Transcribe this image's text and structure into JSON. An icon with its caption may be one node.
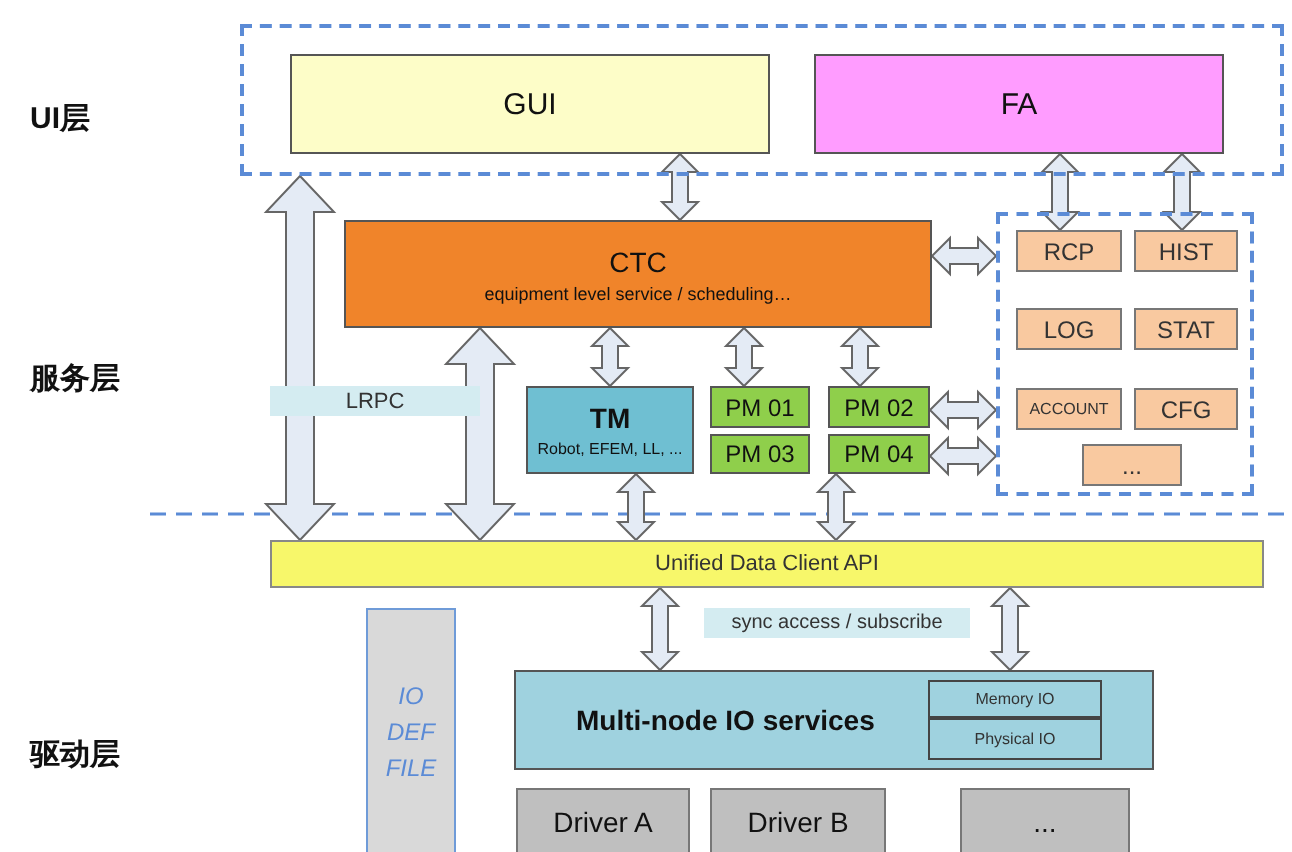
{
  "diagram": {
    "nodes": [
      {
        "text": [],
        "shape": "box"
      },
      {
        "text": [
          "GUI"
        ],
        "in": 0
      },
      {
        "text": [
          "FA"
        ],
        "in": 0
      },
      {
        "text": [
          "CTC",
          "equipment level service / scheduling…"
        ]
      },
      {
        "text": [],
        "shape": "box"
      },
      {
        "text": [
          "RCP"
        ],
        "in": 4
      },
      {
        "text": [
          "HIST"
        ],
        "in": 4
      },
      {
        "text": [
          "LOG"
        ],
        "in": 4
      },
      {
        "text": [
          "STAT"
        ],
        "in": 4
      },
      {
        "text": [
          "ACCOUNT"
        ],
        "in": 4
      },
      {
        "text": [
          "CFG"
        ],
        "in": 4
      },
      {
        "text": [
          "..."
        ],
        "in": 4
      },
      {
        "text": [
          "TM",
          "Robot, EFEM, LL, ..."
        ]
      },
      {
        "text": [
          "PM 01"
        ]
      },
      {
        "text": [
          "PM 02"
        ]
      },
      {
        "text": [
          "PM 03"
        ]
      },
      {
        "text": [
          "PM 04"
        ]
      },
      {
        "text": [
          "Unified Data Client API"
        ]
      },
      {
        "text": [
          "IO DEF FILE"
        ]
      },
      {
        "text": [
          "Multi-node IO services"
        ]
      },
      {
        "text": [
          "Memory IO"
        ],
        "in": 19
      },
      {
        "text": [
          "Physical IO"
        ],
        "in": 19
      },
      {
        "text": [
          "Driver A"
        ]
      },
      {
        "text": [
          "Driver B"
        ]
      },
      {
        "text": [
          "..."
        ]
      }
    ],
    "edges": [
      {
        "from": 0,
        "to": 17,
        "arrow": "both",
        "label": "LRPC"
      },
      {
        "from": 3,
        "to": 17,
        "arrow": "both"
      },
      {
        "from": 1,
        "to": 3,
        "arrow": "both"
      },
      {
        "from": 2,
        "to": 5,
        "arrow": "both"
      },
      {
        "from": 2,
        "to": 6,
        "arrow": "both"
      },
      {
        "from": 3,
        "to": 4,
        "arrow": "both"
      },
      {
        "from": 3,
        "to": 12,
        "arrow": "both"
      },
      {
        "from": 3,
        "to": 13,
        "arrow": "both"
      },
      {
        "from": 3,
        "to": 14,
        "arrow": "both"
      },
      {
        "from": 14,
        "to": 4,
        "arrow": "both"
      },
      {
        "from": 16,
        "to": 4,
        "arrow": "both"
      },
      {
        "from": 12,
        "to": 17,
        "arrow": "both"
      },
      {
        "from": 16,
        "to": 17,
        "arrow": "both"
      },
      {
        "from": 17,
        "to": 19,
        "arrow": "both",
        "label": "sync access / subscribe"
      },
      {
        "from": 17,
        "to": 19,
        "arrow": "both"
      }
    ],
    "labels": [
      "UI层",
      "服务层",
      "驱动层"
    ]
  }
}
